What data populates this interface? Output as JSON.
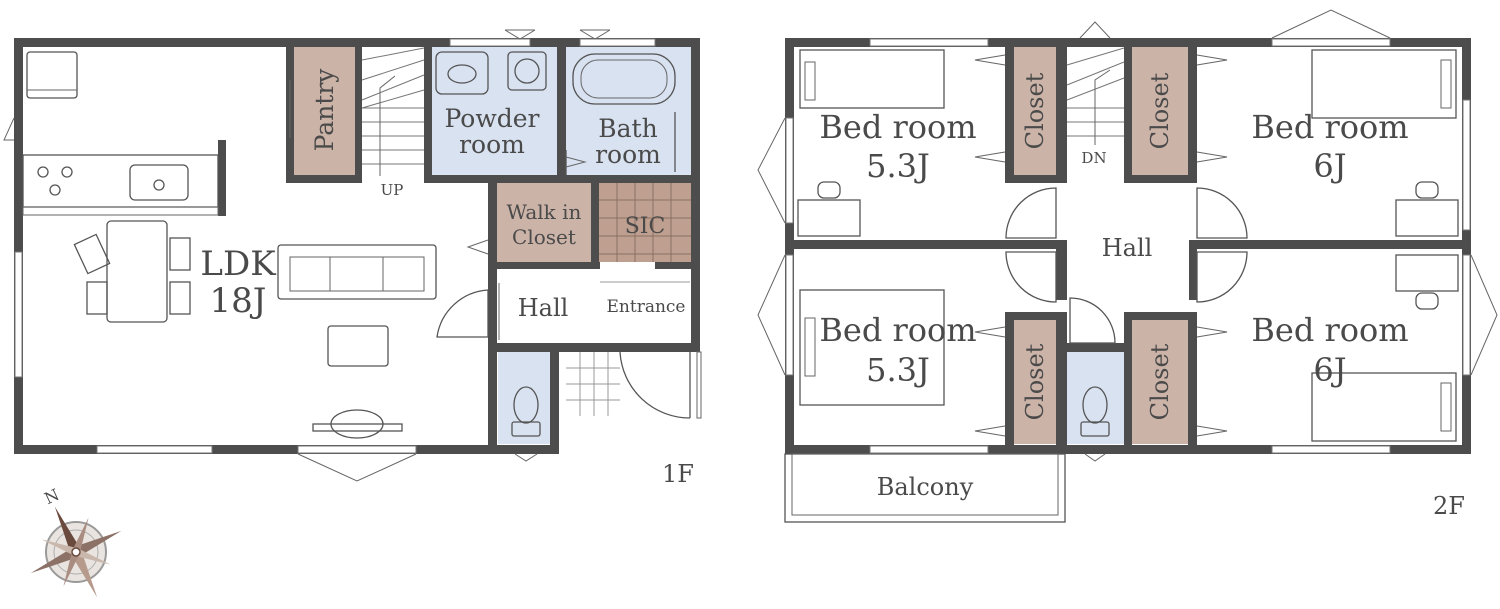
{
  "floors": {
    "first": {
      "floor_label": "1F",
      "rooms": {
        "ldk_name": "LDK",
        "ldk_size": "18J",
        "pantry": "Pantry",
        "powder_line1": "Powder",
        "powder_line2": "room",
        "bath_line1": "Bath",
        "bath_line2": "room",
        "walkin_line1": "Walk in",
        "walkin_line2": "Closet",
        "sic": "SIC",
        "hall": "Hall",
        "entrance": "Entrance",
        "stairs": "UP"
      }
    },
    "second": {
      "floor_label": "2F",
      "rooms": {
        "bed_nw_name": "Bed room",
        "bed_nw_size": "5.3J",
        "bed_ne_name": "Bed room",
        "bed_ne_size": "6J",
        "bed_sw_name": "Bed room",
        "bed_sw_size": "5.3J",
        "bed_se_name": "Bed room",
        "bed_se_size": "6J",
        "closet": "Closet",
        "hall": "Hall",
        "balcony": "Balcony",
        "stairs": "DN"
      }
    }
  },
  "compass": {
    "north_label": "N",
    "icon": "compass-rose-icon"
  },
  "colors": {
    "wall": "#4d4d4d",
    "wet_area": "#d9e2f1",
    "closet": "#ccb3a8",
    "sic": "#bfa090"
  }
}
